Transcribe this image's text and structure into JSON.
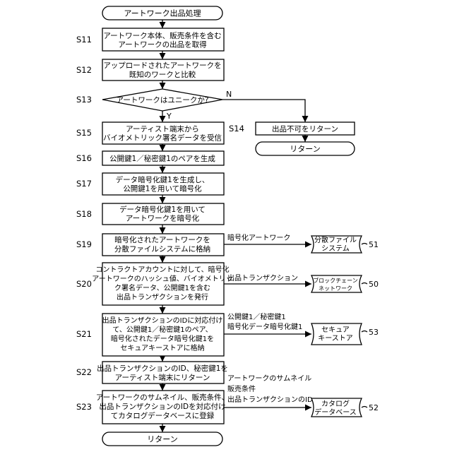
{
  "steps": {
    "start": "アートワーク出品処理",
    "s11": [
      "アートワーク本体、販売条件を含む",
      "アートワークの出品を取得"
    ],
    "s12": [
      "アップロードされたアートワークを",
      "既知のワークと比較"
    ],
    "s13": "アートワークはユニークか?",
    "s14": "出品不可をリターン",
    "s14_return": "リターン",
    "s15": [
      "アーティスト端末から",
      "バイオメトリック署名データを受信"
    ],
    "s16": "公開鍵1／秘密鍵1のペアを生成",
    "s17": [
      "データ暗号化鍵1を生成し、",
      "公開鍵1を用いて暗号化"
    ],
    "s18": [
      "データ暗号化鍵1を用いて",
      "アートワークを暗号化"
    ],
    "s19": [
      "暗号化されたアートワークを",
      "分散ファイルシステムに格納"
    ],
    "s20": [
      "コントラクトアカウントに対して、暗号化",
      "アートワークのハッシュ値、バイオメトリッ",
      "ク署名データ、公開鍵1を含む",
      "出品トランザクションを発行"
    ],
    "s21": [
      "出品トランザクションのIDに対応付け",
      "て、公開鍵1／秘密鍵1のペア、",
      "暗号化されたデータ暗号化鍵1を",
      "セキュアキーストアに格納"
    ],
    "s22": [
      "出品トランザクションのID、秘密鍵1を",
      "アーティスト端末にリターン"
    ],
    "s23": [
      "アートワークのサムネイル、販売条件、",
      "出品トランザクションのIDを対応付け",
      "てカタログデータベースに登録"
    ],
    "end": "リターン"
  },
  "step_labels": {
    "s11": "S11",
    "s12": "S12",
    "s13": "S13",
    "s14": "S14",
    "s15": "S15",
    "s16": "S16",
    "s17": "S17",
    "s18": "S18",
    "s19": "S19",
    "s20": "S20",
    "s21": "S21",
    "s22": "S22",
    "s23": "S23"
  },
  "branches": {
    "no": "N",
    "yes": "Y"
  },
  "arrows": {
    "a19": "暗号化アートワーク",
    "a20": "出品トランザクション",
    "a21": [
      "公開鍵1／秘密鍵1",
      "暗号化データ暗号化鍵1"
    ],
    "a23": [
      "アートワークのサムネイル",
      "販売条件",
      "出品トランザクションのID"
    ]
  },
  "stores": {
    "s51": {
      "text": [
        "分散ファイル",
        "システム"
      ],
      "ref": "51"
    },
    "s50": {
      "text": [
        "ブロックチェーン",
        "ネットワーク"
      ],
      "ref": "50"
    },
    "s53": {
      "text": [
        "セキュア",
        "キーストア"
      ],
      "ref": "53"
    },
    "s52": {
      "text": [
        "カタログ",
        "データベース"
      ],
      "ref": "52"
    }
  },
  "colors": {
    "stroke": "#000000",
    "background": "#ffffff"
  }
}
